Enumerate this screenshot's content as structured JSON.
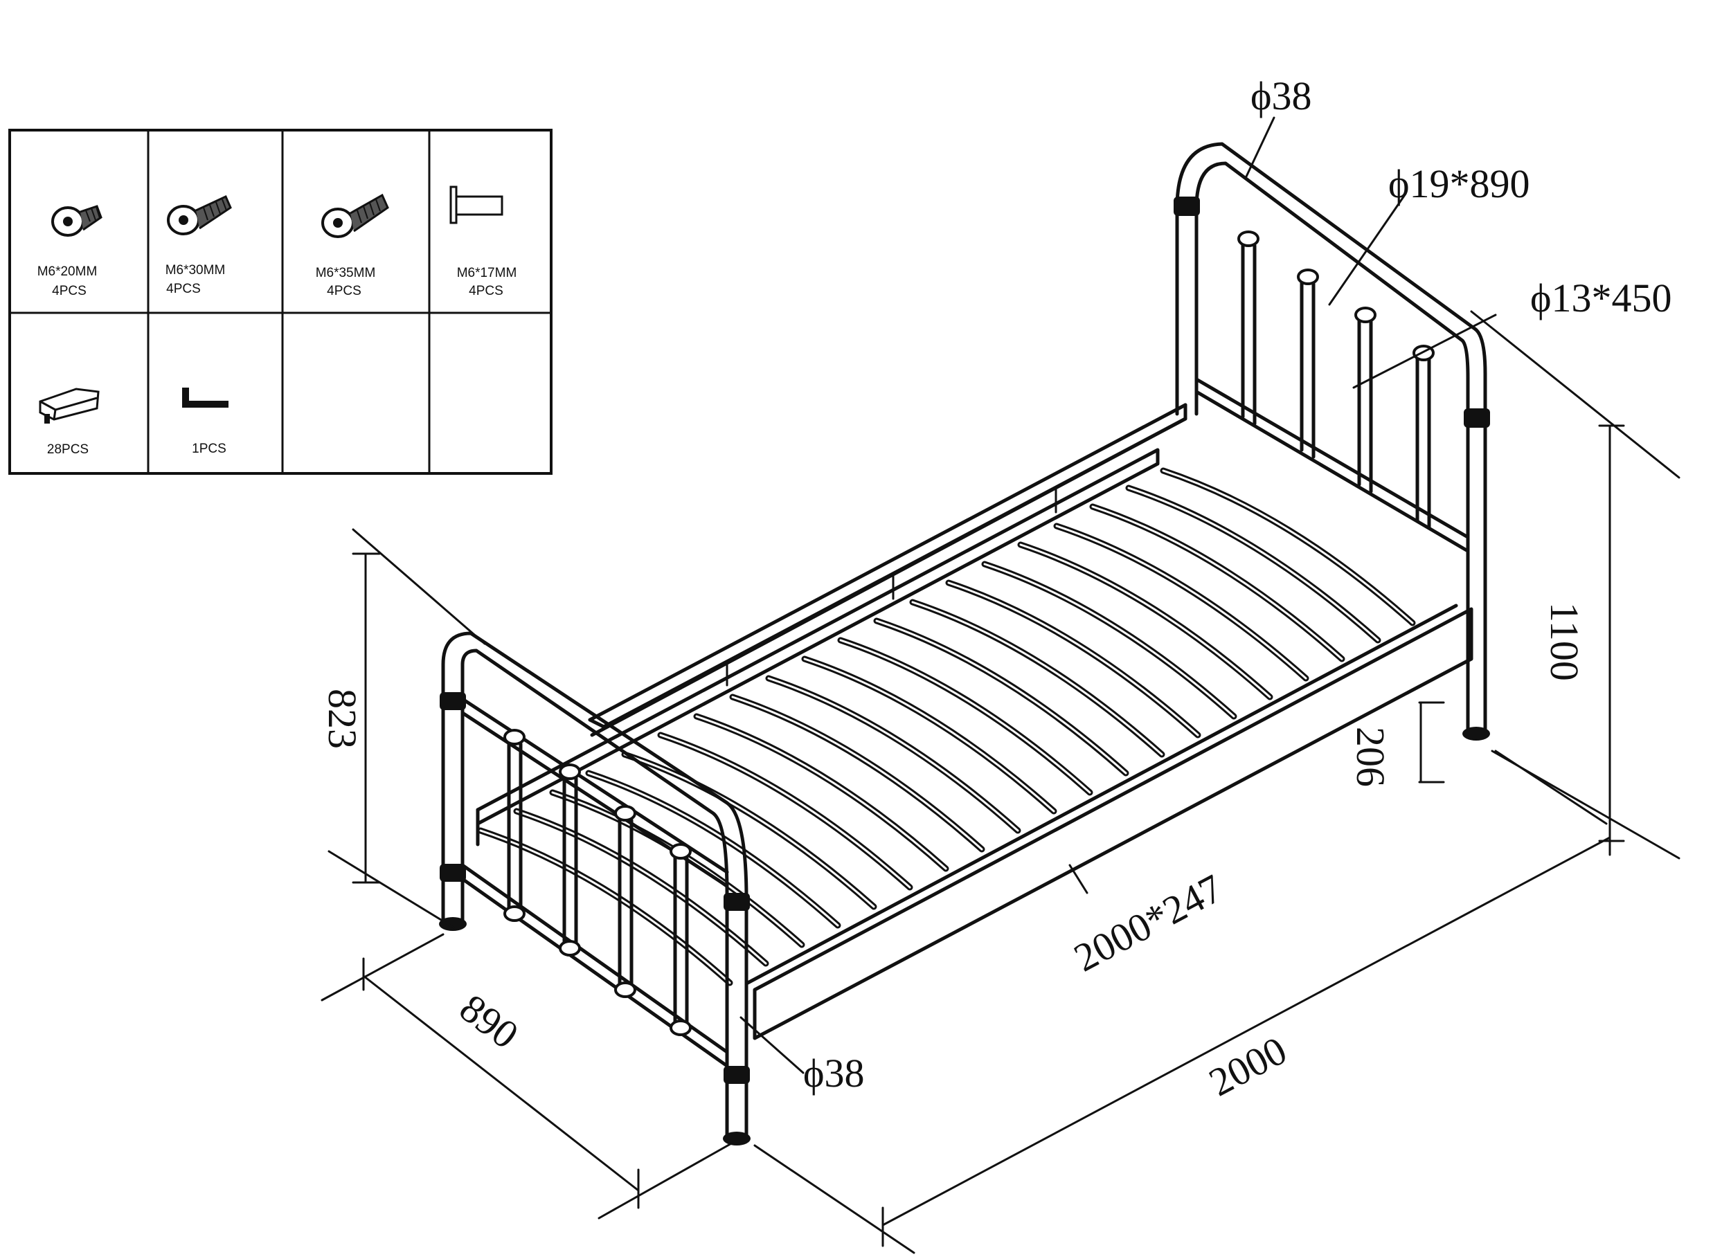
{
  "parts_table": {
    "row1": [
      {
        "icon": "screw-m6x20-icon",
        "size": "M6*20MM",
        "qty": "4PCS"
      },
      {
        "icon": "screw-m6x30-icon",
        "size": "M6*30MM",
        "qty": "4PCS"
      },
      {
        "icon": "screw-m6x35-icon",
        "size": "M6*35MM",
        "qty": "4PCS"
      },
      {
        "icon": "bolt-m6x17-icon",
        "size": "M6*17MM",
        "qty": "4PCS"
      }
    ],
    "row2": [
      {
        "icon": "slat-holder-cap-icon",
        "qty": "28PCS"
      },
      {
        "icon": "allen-key-icon",
        "qty": "1PCS"
      }
    ]
  },
  "dimensions": {
    "headboard_tube": "ϕ38",
    "headboard_top_bar": "ϕ19*890",
    "headboard_spindle": "ϕ13*450",
    "head_height": "1100",
    "foot_height": "823",
    "side_rail_height": "206",
    "side_rail": "2000*247",
    "leg_tube": "ϕ38",
    "width": "890",
    "length": "2000"
  },
  "colors": {
    "line": "#111111",
    "background": "#ffffff"
  }
}
